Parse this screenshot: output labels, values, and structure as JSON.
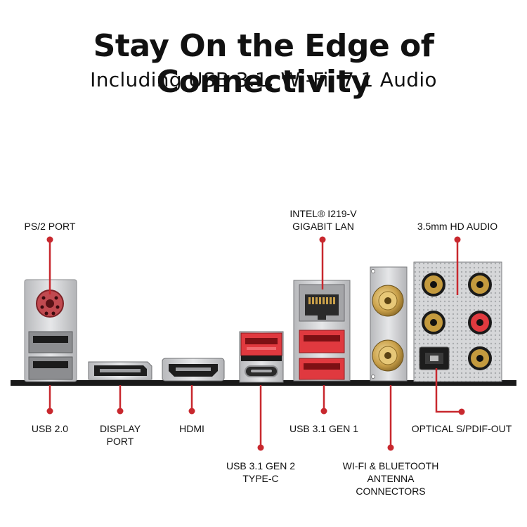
{
  "header": {
    "title": "Stay On the Edge of Connectivity",
    "subtitle": "Including USB 3.1, Wi-Fi, 7.1 Audio"
  },
  "labels": {
    "ps2": "PS/2 PORT",
    "lan_line1": "INTEL® I219-V",
    "lan_line2": "GIGABIT LAN",
    "audio": "3.5mm HD AUDIO",
    "usb20": "USB 2.0",
    "dp_line1": "DISPLAY",
    "dp_line2": "PORT",
    "hdmi": "HDMI",
    "usb31gen1": "USB 3.1 GEN 1",
    "optical": "OPTICAL S/PDIF-OUT",
    "typec_line1": "USB 3.1 GEN 2",
    "typec_line2": "TYPE-C",
    "wifi_line1": "WI-FI & BLUETOOTH",
    "wifi_line2": "ANTENNA",
    "wifi_line3": "CONNECTORS"
  },
  "colors": {
    "accent_red": "#c8282e",
    "panel_bar": "#1a1a1a",
    "metal": "#c9cacc",
    "gold": "#c9a04a"
  }
}
